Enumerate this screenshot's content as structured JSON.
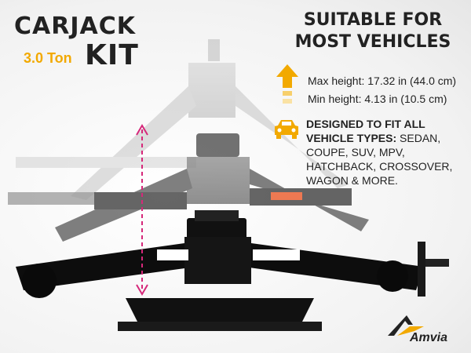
{
  "title": {
    "line1": "CARJACK",
    "capacity": "3.0 Ton",
    "line2": "KIT"
  },
  "headline": {
    "line1": "SUITABLE FOR",
    "line2": "MOST VEHICLES"
  },
  "specs": {
    "max_height": "Max height: 17.32 in (44.0 cm)",
    "min_height": "Min height: 4.13 in (10.5 cm)"
  },
  "vehicle_types": {
    "heading": "DESIGNED TO FIT ALL VEHICLE TYPES:",
    "list": " SEDAN, COUPE, SUV, MPV, HATCHBACK, CROSSOVER, WAGON & MORE."
  },
  "brand": {
    "name": "Amvia"
  },
  "colors": {
    "accent": "#f2a900",
    "text": "#222222",
    "measure": "#d6287a",
    "jack": "#111111"
  },
  "icons": [
    "up-arrow-icon",
    "car-icon",
    "brand-logo-icon",
    "height-measure-icon"
  ]
}
